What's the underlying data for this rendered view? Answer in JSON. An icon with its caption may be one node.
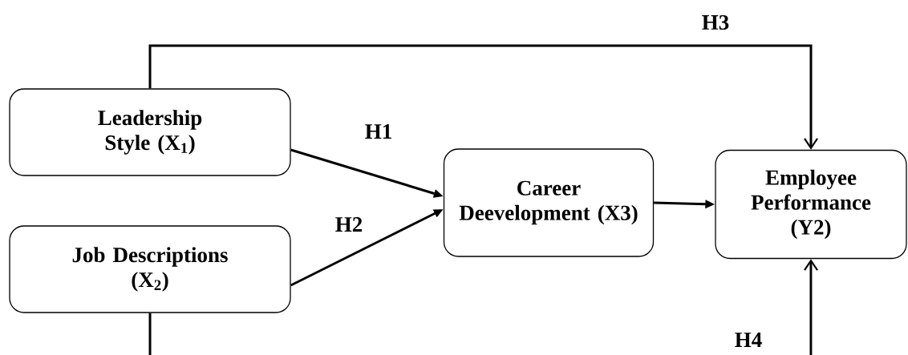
{
  "diagram": {
    "nodes": [
      {
        "text": [
          "Leadership Style (X$_{1}$)"
        ]
      },
      {
        "text": [
          "Job Descriptions (X$_{2}$)"
        ]
      },
      {
        "text": [
          "Career Deevelopment (X3)"
        ]
      },
      {
        "text": [
          "Employee Performance (Y2)"
        ]
      }
    ],
    "edges": [
      {
        "from": 0,
        "to": 2,
        "arrow": "to",
        "label": "H1"
      },
      {
        "from": 1,
        "to": 2,
        "arrow": "to",
        "label": "H2"
      },
      {
        "from": 2,
        "to": 3,
        "arrow": "to"
      },
      {
        "from": 0,
        "to": 3,
        "arrow": "to",
        "label": "H3"
      },
      {
        "from": 1,
        "to": 3,
        "arrow": "to",
        "label": "H4"
      }
    ]
  }
}
